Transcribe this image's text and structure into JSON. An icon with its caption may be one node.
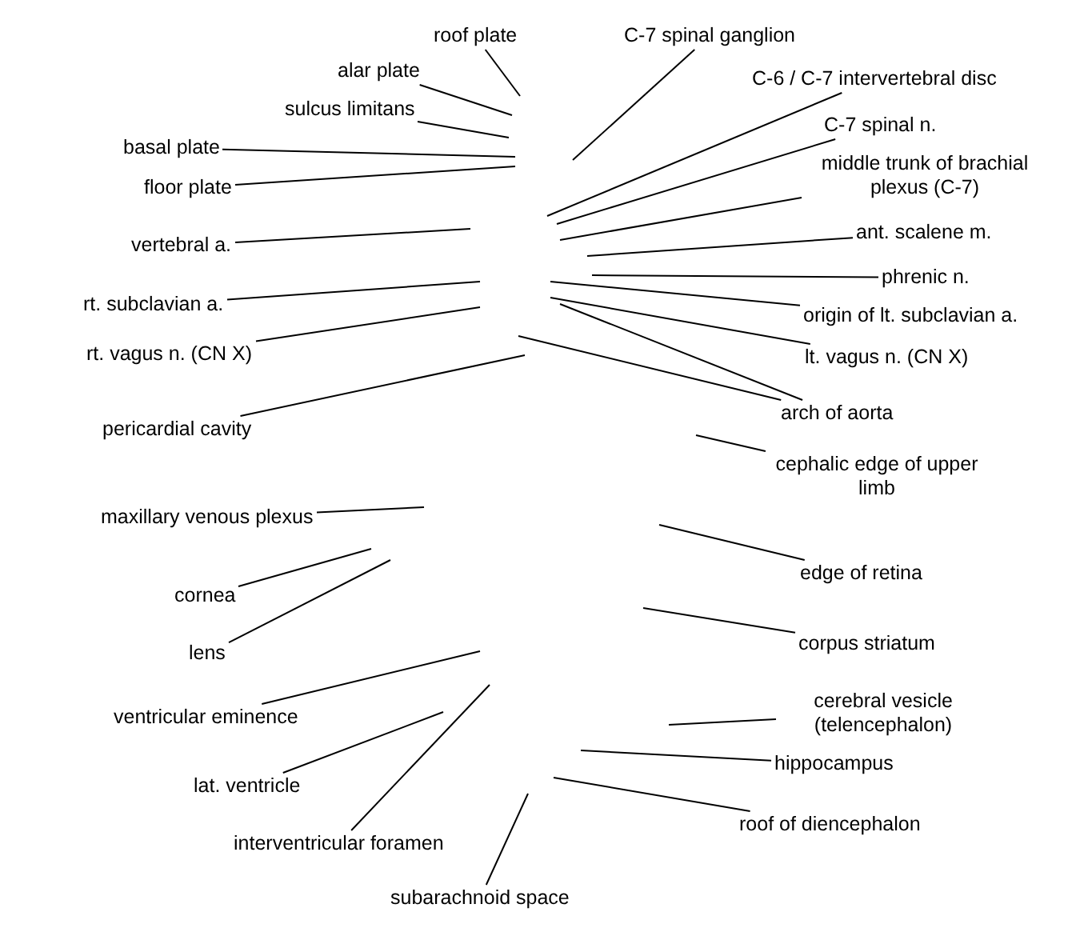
{
  "diagram": {
    "nodes": [
      {
        "text": [
          "roof plate"
        ]
      },
      {
        "text": [
          "C-7 spinal ganglion"
        ]
      },
      {
        "text": [
          "alar plate"
        ]
      },
      {
        "text": [
          "C-6 / C-7 intervertebral disc"
        ]
      },
      {
        "text": [
          "sulcus limitans"
        ]
      },
      {
        "text": [
          "C-7 spinal n."
        ]
      },
      {
        "text": [
          "basal plate"
        ]
      },
      {
        "text": [
          "middle trunk of brachial plexus (C-7)"
        ]
      },
      {
        "text": [
          "floor plate"
        ]
      },
      {
        "text": [
          "ant. scalene m."
        ]
      },
      {
        "text": [
          "vertebral a."
        ]
      },
      {
        "text": [
          "phrenic n."
        ]
      },
      {
        "text": [
          "rt. subclavian a."
        ]
      },
      {
        "text": [
          "origin of lt. subclavian a."
        ]
      },
      {
        "text": [
          "rt. vagus n. (CN X)"
        ]
      },
      {
        "text": [
          "lt. vagus n. (CN X)"
        ]
      },
      {
        "text": [
          "arch of aorta"
        ]
      },
      {
        "text": [
          "pericardial cavity"
        ]
      },
      {
        "text": [
          "cephalic edge of upper limb"
        ]
      },
      {
        "text": [
          "maxillary venous plexus"
        ]
      },
      {
        "text": [
          "edge of retina"
        ]
      },
      {
        "text": [
          "cornea"
        ]
      },
      {
        "text": [
          "corpus striatum"
        ]
      },
      {
        "text": [
          "lens"
        ]
      },
      {
        "text": [
          "ventricular eminence"
        ]
      },
      {
        "text": [
          "cerebral vesicle (telencephalon)"
        ]
      },
      {
        "text": [
          "hippocampus"
        ]
      },
      {
        "text": [
          "lat. ventricle"
        ]
      },
      {
        "text": [
          "roof of diencephalon"
        ]
      },
      {
        "text": [
          "interventricular foramen"
        ]
      },
      {
        "text": [
          "subarachnoid space"
        ]
      }
    ],
    "edges": [
      {
        "from": 0,
        "to": null,
        "arrow": "none"
      },
      {
        "from": 1,
        "to": null,
        "arrow": "none"
      },
      {
        "from": 2,
        "to": null,
        "arrow": "none"
      },
      {
        "from": 3,
        "to": null,
        "arrow": "none"
      },
      {
        "from": 4,
        "to": null,
        "arrow": "none"
      },
      {
        "from": 5,
        "to": null,
        "arrow": "none"
      },
      {
        "from": 6,
        "to": null,
        "arrow": "none"
      },
      {
        "from": 7,
        "to": null,
        "arrow": "none"
      },
      {
        "from": 8,
        "to": null,
        "arrow": "none"
      },
      {
        "from": 9,
        "to": null,
        "arrow": "none"
      },
      {
        "from": 10,
        "to": null,
        "arrow": "none"
      },
      {
        "from": 11,
        "to": null,
        "arrow": "none"
      },
      {
        "from": 12,
        "to": null,
        "arrow": "none"
      },
      {
        "from": 13,
        "to": null,
        "arrow": "none"
      },
      {
        "from": 14,
        "to": null,
        "arrow": "none"
      },
      {
        "from": 15,
        "to": null,
        "arrow": "none"
      },
      {
        "from": 16,
        "to": null,
        "arrow": "none"
      },
      {
        "from": 16,
        "to": null,
        "arrow": "none"
      },
      {
        "from": 17,
        "to": null,
        "arrow": "none"
      },
      {
        "from": 18,
        "to": null,
        "arrow": "none"
      },
      {
        "from": 19,
        "to": null,
        "arrow": "none"
      },
      {
        "from": 20,
        "to": null,
        "arrow": "none"
      },
      {
        "from": 21,
        "to": null,
        "arrow": "none"
      },
      {
        "from": 22,
        "to": null,
        "arrow": "none"
      },
      {
        "from": 23,
        "to": null,
        "arrow": "none"
      },
      {
        "from": 24,
        "to": null,
        "arrow": "none"
      },
      {
        "from": 25,
        "to": null,
        "arrow": "none"
      },
      {
        "from": 26,
        "to": null,
        "arrow": "none"
      },
      {
        "from": 27,
        "to": null,
        "arrow": "none"
      },
      {
        "from": 28,
        "to": null,
        "arrow": "none"
      },
      {
        "from": 29,
        "to": null,
        "arrow": "none"
      },
      {
        "from": 30,
        "to": null,
        "arrow": "none"
      }
    ]
  }
}
